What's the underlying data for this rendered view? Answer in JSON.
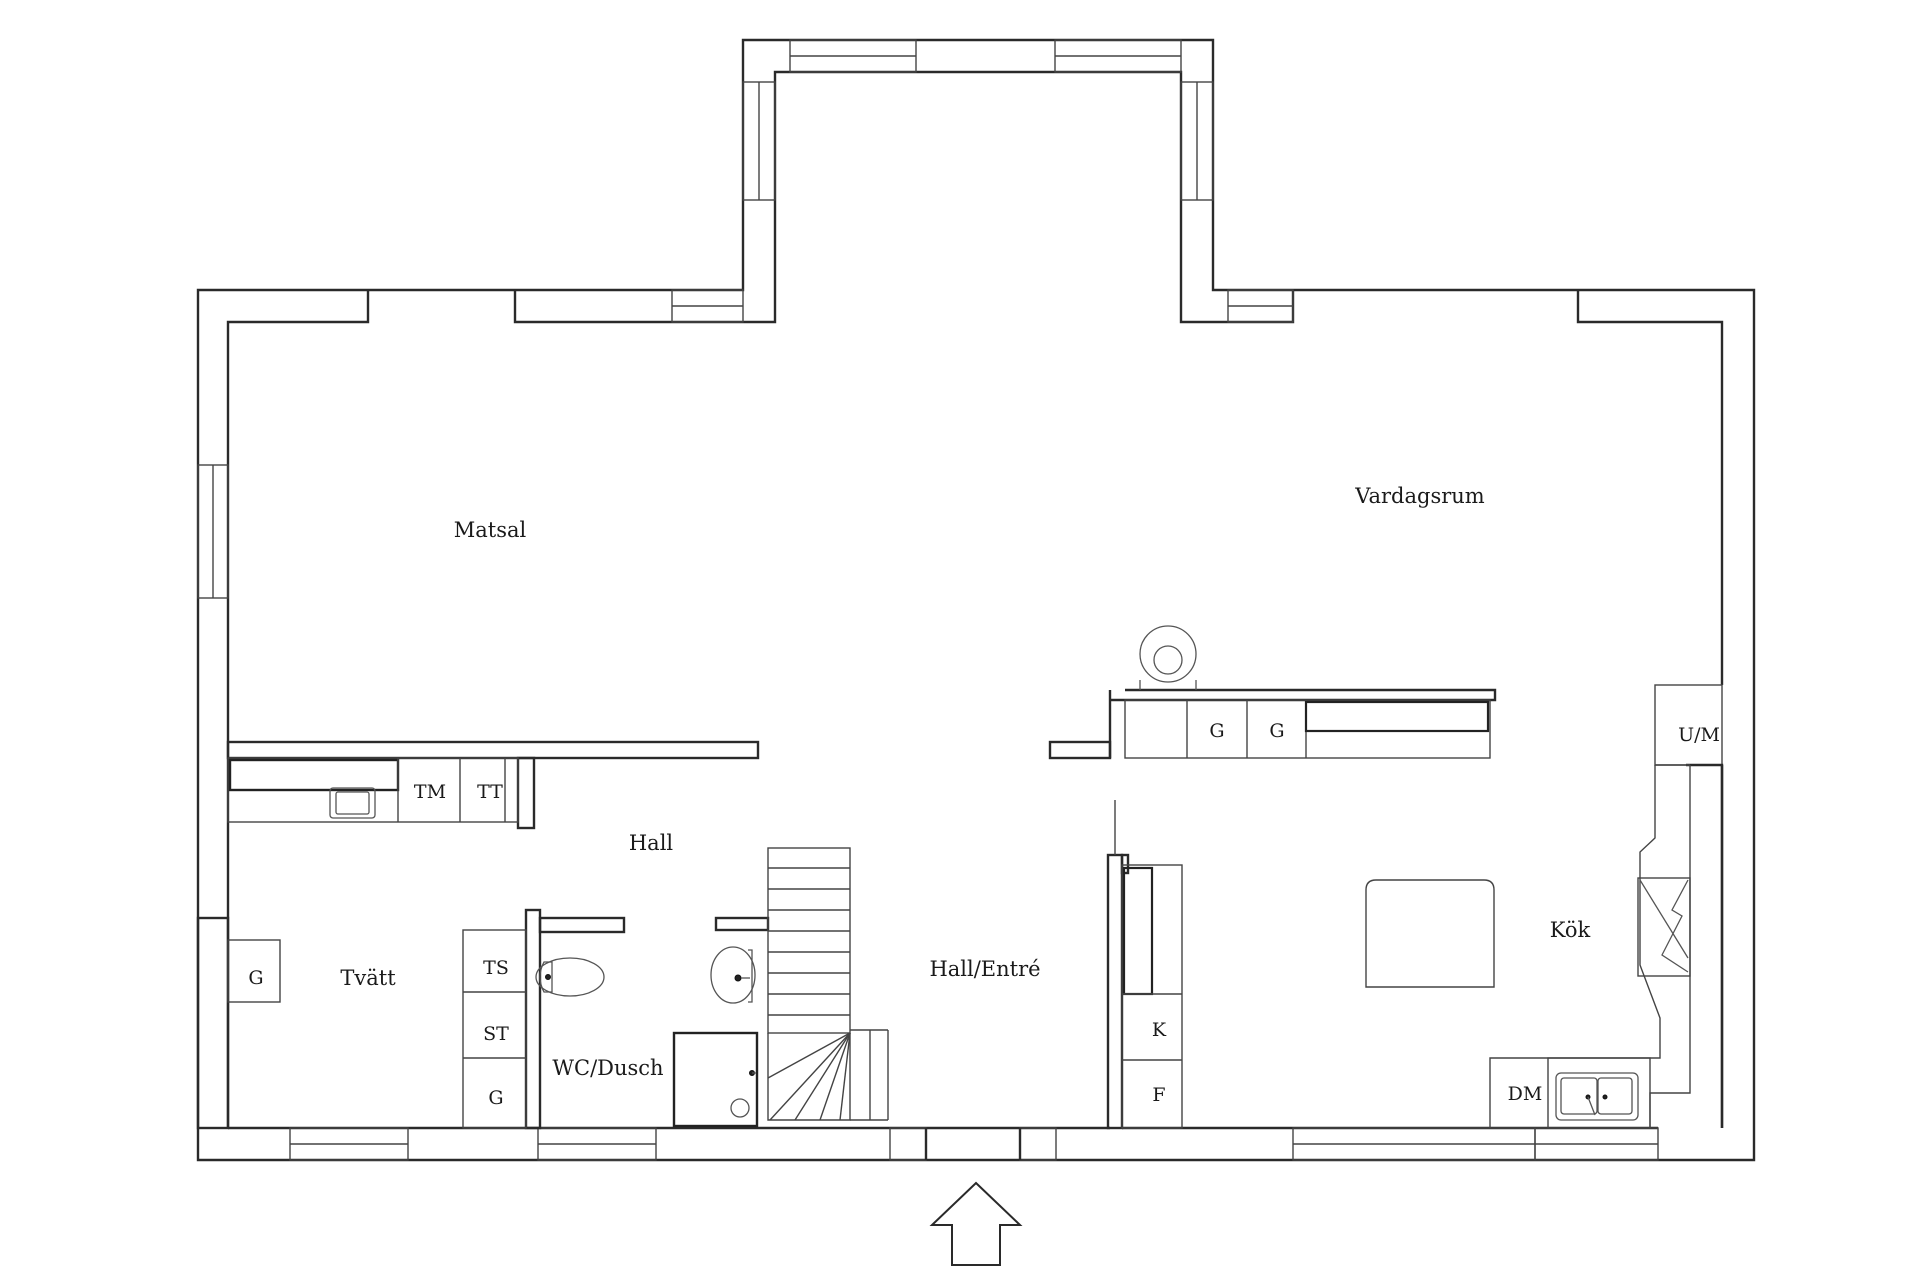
{
  "rooms": {
    "matsal": "Matsal",
    "vardagsrum": "Vardagsrum",
    "hall": "Hall",
    "hall_entre": "Hall/Entré",
    "tvatt": "Tvätt",
    "wc_dusch": "WC/Dusch",
    "kok": "Kök"
  },
  "fixtures": {
    "tm": "TM",
    "tt": "TT",
    "g_laundry": "G",
    "ts": "TS",
    "st": "ST",
    "g_wc": "G",
    "g_island_1": "G",
    "g_island_2": "G",
    "um": "U/M",
    "k": "K",
    "f": "F",
    "dm": "DM"
  },
  "colors": {
    "wall": "#2a2a2a",
    "background": "#ffffff"
  },
  "icons": {
    "entrance": "arrow-up-icon",
    "stove": "wood-stove-icon",
    "toilet": "toilet-icon",
    "sink": "washbasin-icon",
    "kitchen_sink": "double-sink-icon"
  }
}
